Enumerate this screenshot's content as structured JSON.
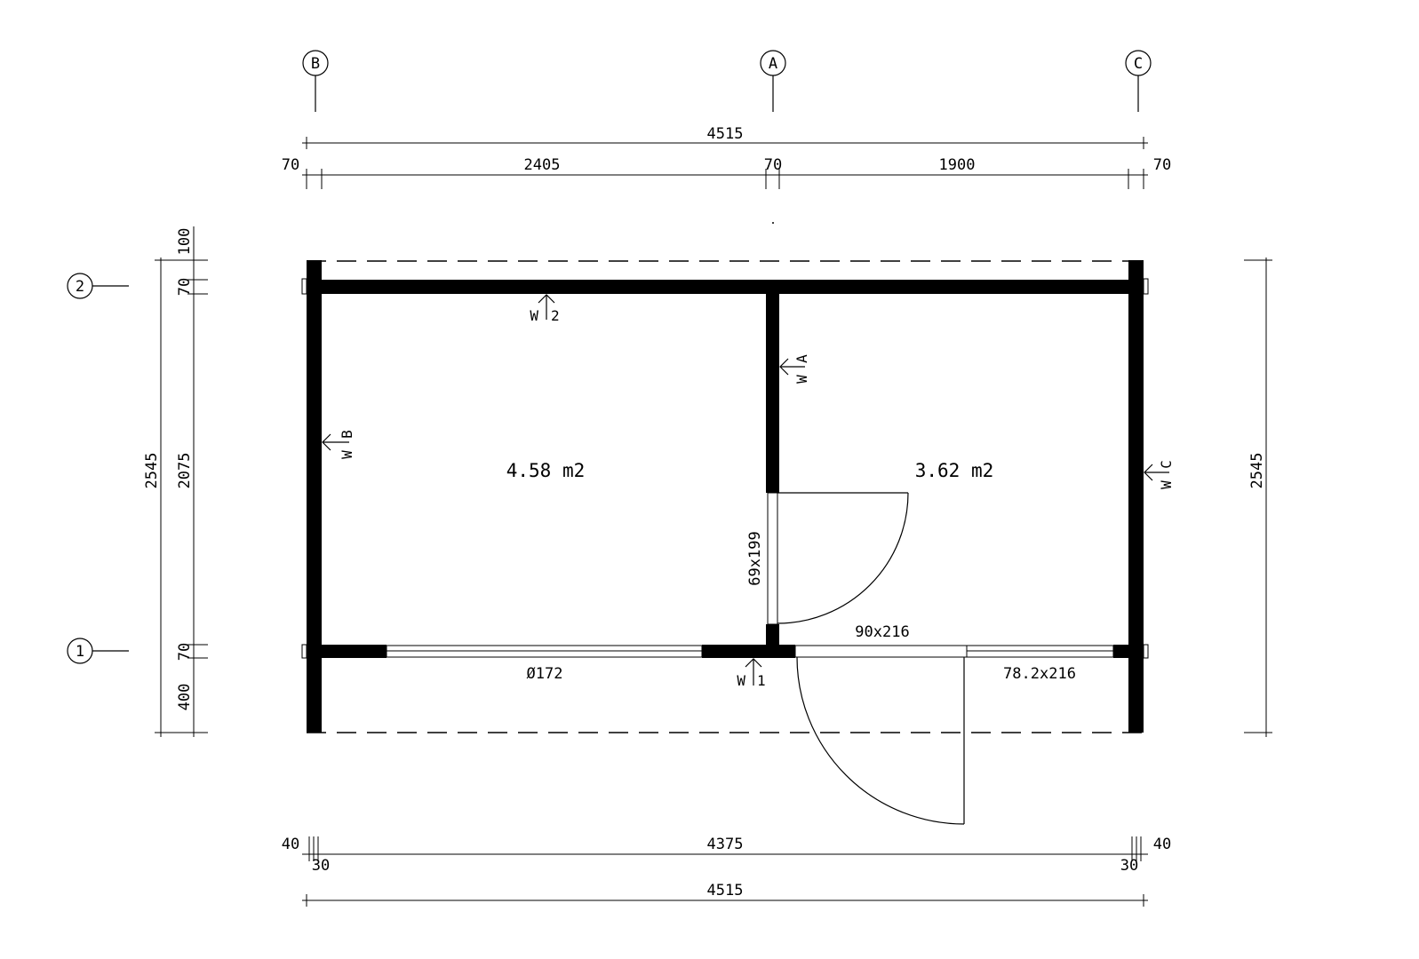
{
  "grid_axes": {
    "columns": [
      "B",
      "A",
      "C"
    ],
    "rows": [
      "2",
      "1"
    ]
  },
  "dimensions": {
    "top_overall": "4515",
    "top_left_end": "70",
    "top_seg_1": "2405",
    "top_mid": "70",
    "top_seg_2": "1900",
    "top_right_end": "70",
    "left_overall": "2545",
    "left_top_overhang": "100",
    "left_top_wall": "70",
    "left_inner": "2075",
    "left_bottom_wall": "70",
    "left_bottom_overhang": "400",
    "right_overall": "2545",
    "bottom_left_40": "40",
    "bottom_left_30": "30",
    "bottom_inner": "4375",
    "bottom_right_40": "40",
    "bottom_right_30": "30",
    "bottom_overall": "4515"
  },
  "rooms": {
    "left_area": "4.58 m2",
    "right_area": "3.62 m2"
  },
  "openings": {
    "inner_door": "69x199",
    "front_door": "90x216",
    "left_window": "Ø172",
    "right_window": "78.2x216"
  },
  "wall_markers": {
    "top": {
      "prefix": "W",
      "id": "2"
    },
    "bottom": {
      "prefix": "W",
      "id": "1"
    },
    "left": {
      "prefix": "W",
      "id": "B"
    },
    "middle": {
      "prefix": "W",
      "id": "A"
    },
    "right": {
      "prefix": "W",
      "id": "C"
    }
  }
}
